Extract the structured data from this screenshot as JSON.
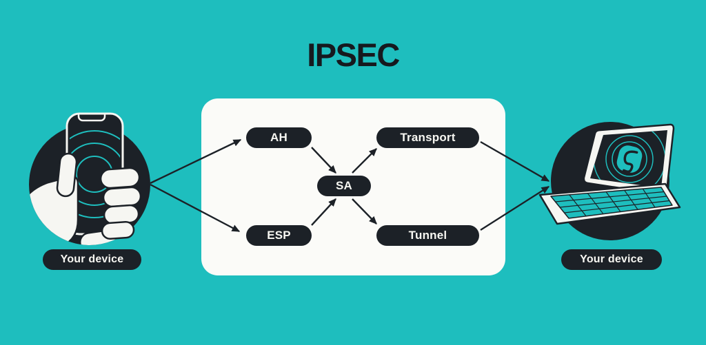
{
  "title": "IPSEC",
  "colors": {
    "background": "#1ebebe",
    "panel": "#fbfbf8",
    "node_fill": "#1c2127",
    "node_text": "#f7f7f2",
    "accent_teal": "#1ebebe",
    "title_color": "#16191e"
  },
  "diagram": {
    "nodes": [
      {
        "id": "ah",
        "label": "AH"
      },
      {
        "id": "esp",
        "label": "ESP"
      },
      {
        "id": "sa",
        "label": "SA"
      },
      {
        "id": "transport",
        "label": "Transport"
      },
      {
        "id": "tunnel",
        "label": "Tunnel"
      }
    ],
    "edges": [
      {
        "from": "your-device-left",
        "to": "AH"
      },
      {
        "from": "your-device-left",
        "to": "ESP"
      },
      {
        "from": "AH",
        "to": "SA"
      },
      {
        "from": "ESP",
        "to": "SA"
      },
      {
        "from": "SA",
        "to": "Transport"
      },
      {
        "from": "SA",
        "to": "Tunnel"
      },
      {
        "from": "Transport",
        "to": "your-device-right"
      },
      {
        "from": "Tunnel",
        "to": "your-device-right"
      }
    ]
  },
  "devices": {
    "left": {
      "label": "Your device",
      "icon": "hand-holding-phone-illustration"
    },
    "right": {
      "label": "Your device",
      "icon": "laptop-with-surfshark-logo-illustration"
    }
  }
}
